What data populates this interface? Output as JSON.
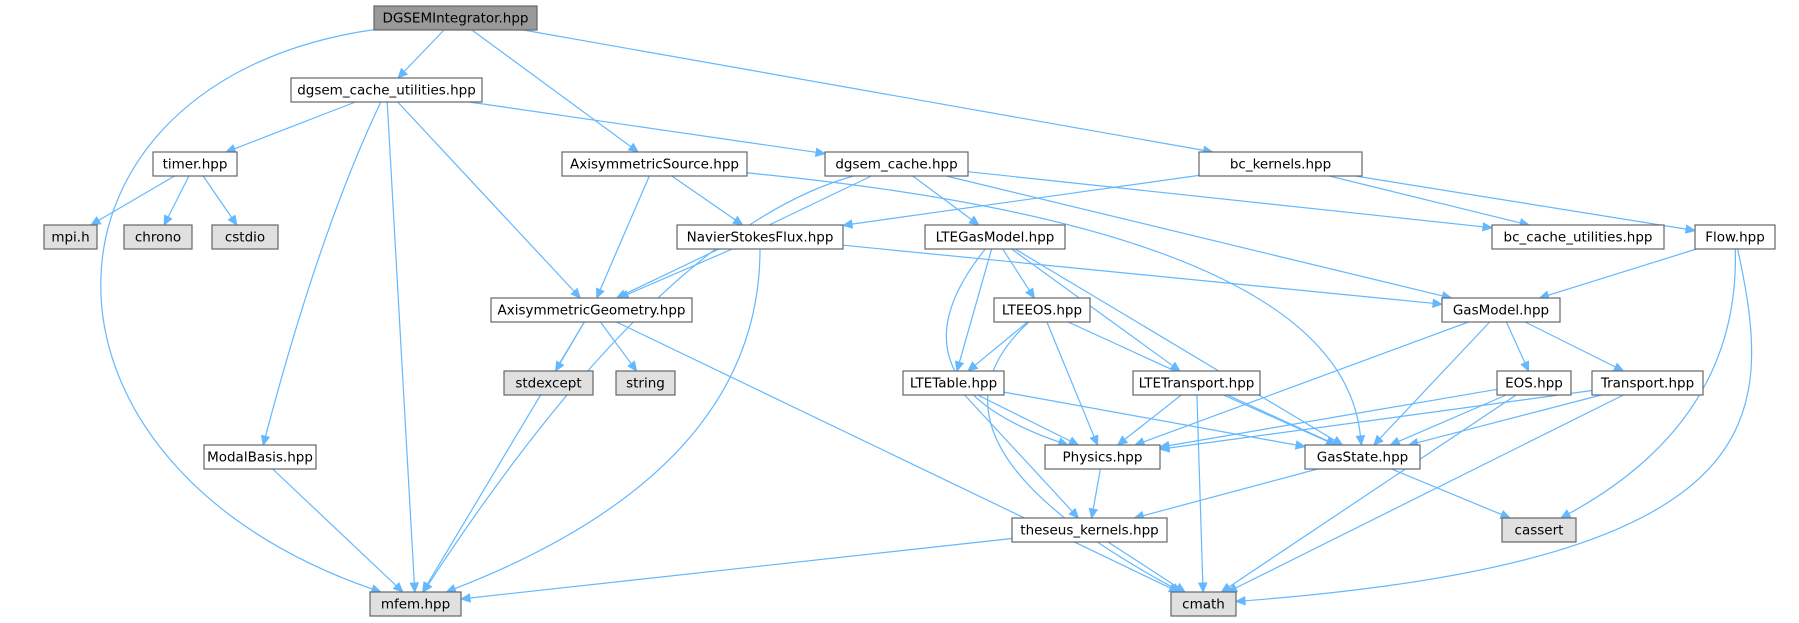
{
  "colors": {
    "edge": "#63b8ff",
    "node_fill": "#ffffff",
    "node_root_fill": "#999999",
    "node_external_fill": "#e0e0e0",
    "node_border": "#666666",
    "text": "#000000"
  },
  "nodes": [
    {
      "id": "DGSEMIntegrator",
      "label": "DGSEMIntegrator.hpp",
      "kind": "root"
    },
    {
      "id": "dgsem_cache_utilities",
      "label": "dgsem_cache_utilities.hpp",
      "kind": "file"
    },
    {
      "id": "timer",
      "label": "timer.hpp",
      "kind": "file"
    },
    {
      "id": "mpi",
      "label": "mpi.h",
      "kind": "external"
    },
    {
      "id": "chrono",
      "label": "chrono",
      "kind": "external"
    },
    {
      "id": "cstdio",
      "label": "cstdio",
      "kind": "external"
    },
    {
      "id": "AxisymmetricSource",
      "label": "AxisymmetricSource.hpp",
      "kind": "file"
    },
    {
      "id": "dgsem_cache",
      "label": "dgsem_cache.hpp",
      "kind": "file"
    },
    {
      "id": "bc_kernels",
      "label": "bc_kernels.hpp",
      "kind": "file"
    },
    {
      "id": "NavierStokesFlux",
      "label": "NavierStokesFlux.hpp",
      "kind": "file"
    },
    {
      "id": "LTEGasModel",
      "label": "LTEGasModel.hpp",
      "kind": "file"
    },
    {
      "id": "bc_cache_utilities",
      "label": "bc_cache_utilities.hpp",
      "kind": "file"
    },
    {
      "id": "Flow",
      "label": "Flow.hpp",
      "kind": "file"
    },
    {
      "id": "AxisymmetricGeometry",
      "label": "AxisymmetricGeometry.hpp",
      "kind": "file"
    },
    {
      "id": "LTEEOS",
      "label": "LTEEOS.hpp",
      "kind": "file"
    },
    {
      "id": "GasModel",
      "label": "GasModel.hpp",
      "kind": "file"
    },
    {
      "id": "stdexcept",
      "label": "stdexcept",
      "kind": "external"
    },
    {
      "id": "string",
      "label": "string",
      "kind": "external"
    },
    {
      "id": "LTETable",
      "label": "LTETable.hpp",
      "kind": "file"
    },
    {
      "id": "LTETransport",
      "label": "LTETransport.hpp",
      "kind": "file"
    },
    {
      "id": "EOS",
      "label": "EOS.hpp",
      "kind": "file"
    },
    {
      "id": "Transport",
      "label": "Transport.hpp",
      "kind": "file"
    },
    {
      "id": "ModalBasis",
      "label": "ModalBasis.hpp",
      "kind": "file"
    },
    {
      "id": "Physics",
      "label": "Physics.hpp",
      "kind": "file"
    },
    {
      "id": "GasState",
      "label": "GasState.hpp",
      "kind": "file"
    },
    {
      "id": "theseus_kernels",
      "label": "theseus_kernels.hpp",
      "kind": "file"
    },
    {
      "id": "cassert",
      "label": "cassert",
      "kind": "external"
    },
    {
      "id": "mfem",
      "label": "mfem.hpp",
      "kind": "external"
    },
    {
      "id": "cmath",
      "label": "cmath",
      "kind": "external"
    }
  ],
  "edges": [
    [
      "DGSEMIntegrator",
      "dgsem_cache_utilities"
    ],
    [
      "DGSEMIntegrator",
      "AxisymmetricSource"
    ],
    [
      "DGSEMIntegrator",
      "bc_kernels"
    ],
    [
      "DGSEMIntegrator",
      "mfem"
    ],
    [
      "dgsem_cache_utilities",
      "timer"
    ],
    [
      "dgsem_cache_utilities",
      "dgsem_cache"
    ],
    [
      "dgsem_cache_utilities",
      "AxisymmetricGeometry"
    ],
    [
      "dgsem_cache_utilities",
      "ModalBasis"
    ],
    [
      "dgsem_cache_utilities",
      "mfem"
    ],
    [
      "timer",
      "mpi"
    ],
    [
      "timer",
      "chrono"
    ],
    [
      "timer",
      "cstdio"
    ],
    [
      "AxisymmetricSource",
      "NavierStokesFlux"
    ],
    [
      "AxisymmetricSource",
      "AxisymmetricGeometry"
    ],
    [
      "AxisymmetricSource",
      "GasState"
    ],
    [
      "dgsem_cache",
      "LTEGasModel"
    ],
    [
      "dgsem_cache",
      "bc_cache_utilities"
    ],
    [
      "dgsem_cache",
      "AxisymmetricGeometry"
    ],
    [
      "dgsem_cache",
      "GasModel"
    ],
    [
      "dgsem_cache",
      "mfem"
    ],
    [
      "bc_kernels",
      "NavierStokesFlux"
    ],
    [
      "bc_kernels",
      "bc_cache_utilities"
    ],
    [
      "bc_kernels",
      "Flow"
    ],
    [
      "NavierStokesFlux",
      "AxisymmetricGeometry"
    ],
    [
      "NavierStokesFlux",
      "GasModel"
    ],
    [
      "NavierStokesFlux",
      "mfem"
    ],
    [
      "LTEGasModel",
      "LTEEOS"
    ],
    [
      "LTEGasModel",
      "LTETable"
    ],
    [
      "LTEGasModel",
      "LTETransport"
    ],
    [
      "LTEGasModel",
      "Physics"
    ],
    [
      "LTEGasModel",
      "GasState"
    ],
    [
      "Flow",
      "GasModel"
    ],
    [
      "Flow",
      "cassert"
    ],
    [
      "Flow",
      "cmath"
    ],
    [
      "AxisymmetricGeometry",
      "stdexcept"
    ],
    [
      "AxisymmetricGeometry",
      "string"
    ],
    [
      "AxisymmetricGeometry",
      "mfem"
    ],
    [
      "AxisymmetricGeometry",
      "cmath"
    ],
    [
      "LTEEOS",
      "LTETable"
    ],
    [
      "LTEEOS",
      "Physics"
    ],
    [
      "LTEEOS",
      "GasState"
    ],
    [
      "LTEEOS",
      "cmath"
    ],
    [
      "GasModel",
      "EOS"
    ],
    [
      "GasModel",
      "Transport"
    ],
    [
      "GasModel",
      "GasState"
    ],
    [
      "GasModel",
      "Physics"
    ],
    [
      "LTETable",
      "Physics"
    ],
    [
      "LTETable",
      "GasState"
    ],
    [
      "LTETable",
      "theseus_kernels"
    ],
    [
      "LTETransport",
      "Physics"
    ],
    [
      "LTETransport",
      "GasState"
    ],
    [
      "LTETransport",
      "cmath"
    ],
    [
      "EOS",
      "Physics"
    ],
    [
      "EOS",
      "GasState"
    ],
    [
      "EOS",
      "cmath"
    ],
    [
      "Transport",
      "Physics"
    ],
    [
      "Transport",
      "GasState"
    ],
    [
      "Transport",
      "cmath"
    ],
    [
      "ModalBasis",
      "mfem"
    ],
    [
      "Physics",
      "theseus_kernels"
    ],
    [
      "GasState",
      "theseus_kernels"
    ],
    [
      "GasState",
      "cassert"
    ],
    [
      "theseus_kernels",
      "mfem"
    ],
    [
      "theseus_kernels",
      "cmath"
    ]
  ]
}
